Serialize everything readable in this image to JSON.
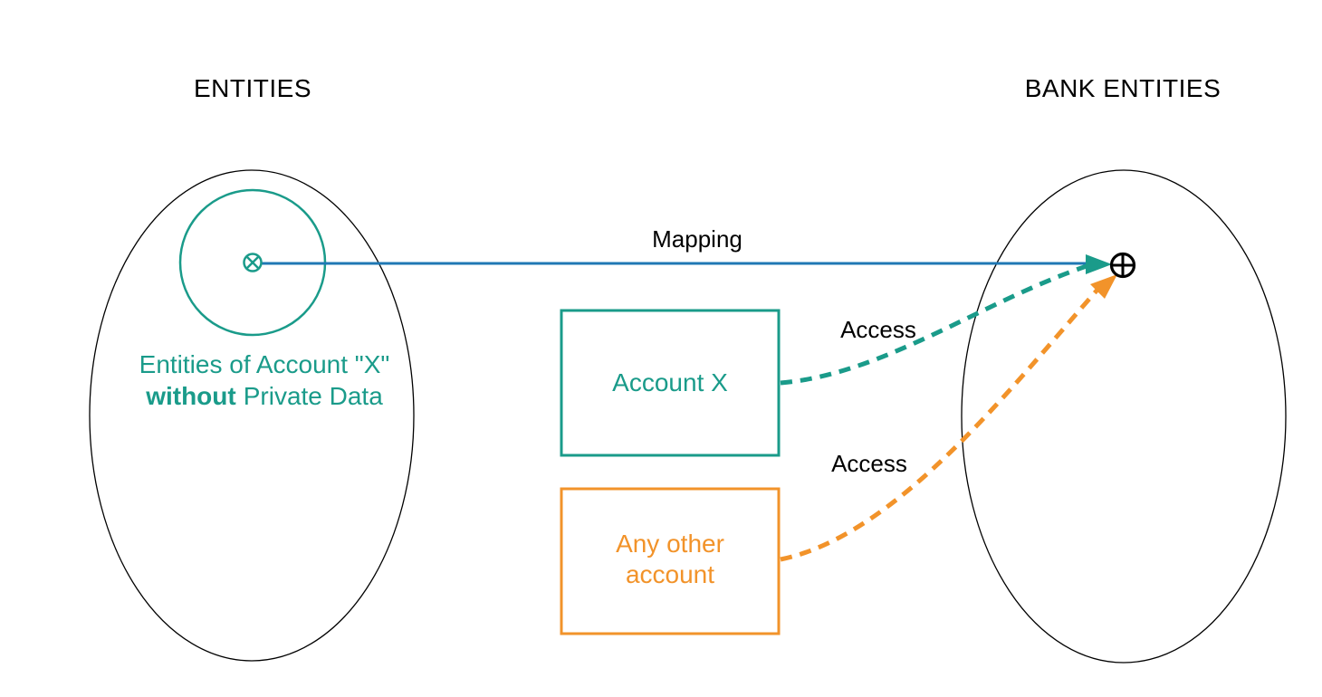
{
  "colors": {
    "teal": "#1a9b8a",
    "orange": "#f2932a",
    "blue": "#1f78b4",
    "ink": "#000000"
  },
  "titles": {
    "left": "ENTITIES",
    "right": "BANK ENTITIES"
  },
  "entities_set": {
    "annotation_line1": "Entities of Account \"X\"",
    "annotation_bold": "without",
    "annotation_rest": "Private Data"
  },
  "boxes": {
    "account_x_label": "Account X",
    "other_account_line1": "Any other",
    "other_account_line2": "account"
  },
  "arrows": {
    "mapping_label": "Mapping",
    "access_x_label": "Access",
    "access_other_label": "Access"
  },
  "icons": {
    "source_point": "circled-times",
    "target_point": "circled-plus"
  }
}
